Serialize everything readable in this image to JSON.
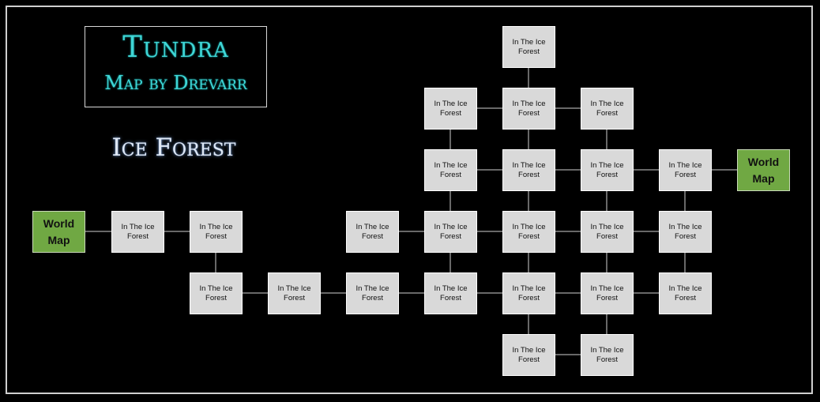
{
  "header": {
    "title": "Tundra",
    "credit": "Map by Drevarr",
    "area": "Ice Forest"
  },
  "room_label": "In The Ice Forest",
  "exit_label": "World Map",
  "colors": {
    "background": "#000000",
    "title": "#3fd6d6",
    "room_fill": "#d9d9d9",
    "exit_fill": "#70a843",
    "link_line": "#d0d0d0"
  }
}
